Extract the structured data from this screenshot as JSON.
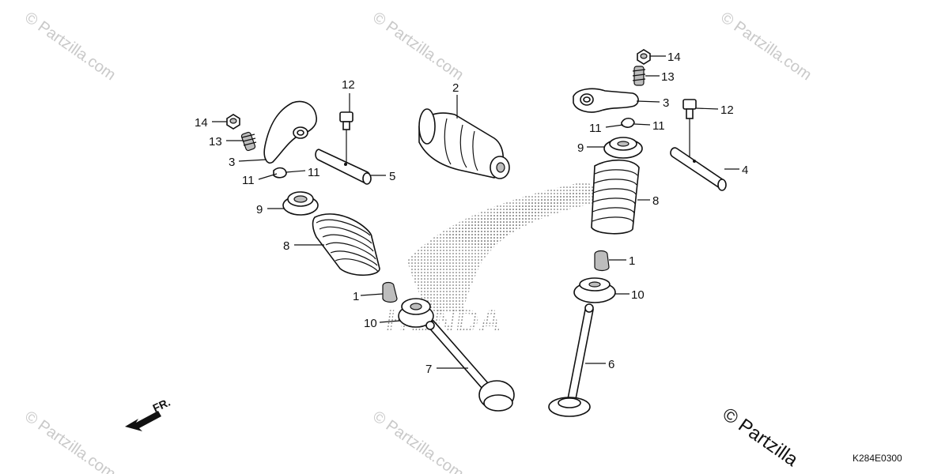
{
  "diagram": {
    "brand_mark": "HONDA",
    "front_indicator": "FR.",
    "drawing_code": "K284E0300",
    "watermark": "© Partzilla.com",
    "watermark_corner": "© Partzilla",
    "callouts": {
      "c14_left": "14",
      "c13_left": "13",
      "c3_left": "3",
      "c11_left_a": "11",
      "c11_left_b": "11",
      "c12_left": "12",
      "c5": "5",
      "c2": "2",
      "c9_left": "9",
      "c8_left": "8",
      "c1_left": "1",
      "c10_left": "10",
      "c7": "7",
      "c14_right": "14",
      "c13_right": "13",
      "c3_right": "3",
      "c12_right": "12",
      "c11_right_a": "11",
      "c11_right_b": "11",
      "c9_right": "9",
      "c4": "4",
      "c8_right": "8",
      "c1_right": "1",
      "c10_right": "10",
      "c6": "6"
    }
  }
}
